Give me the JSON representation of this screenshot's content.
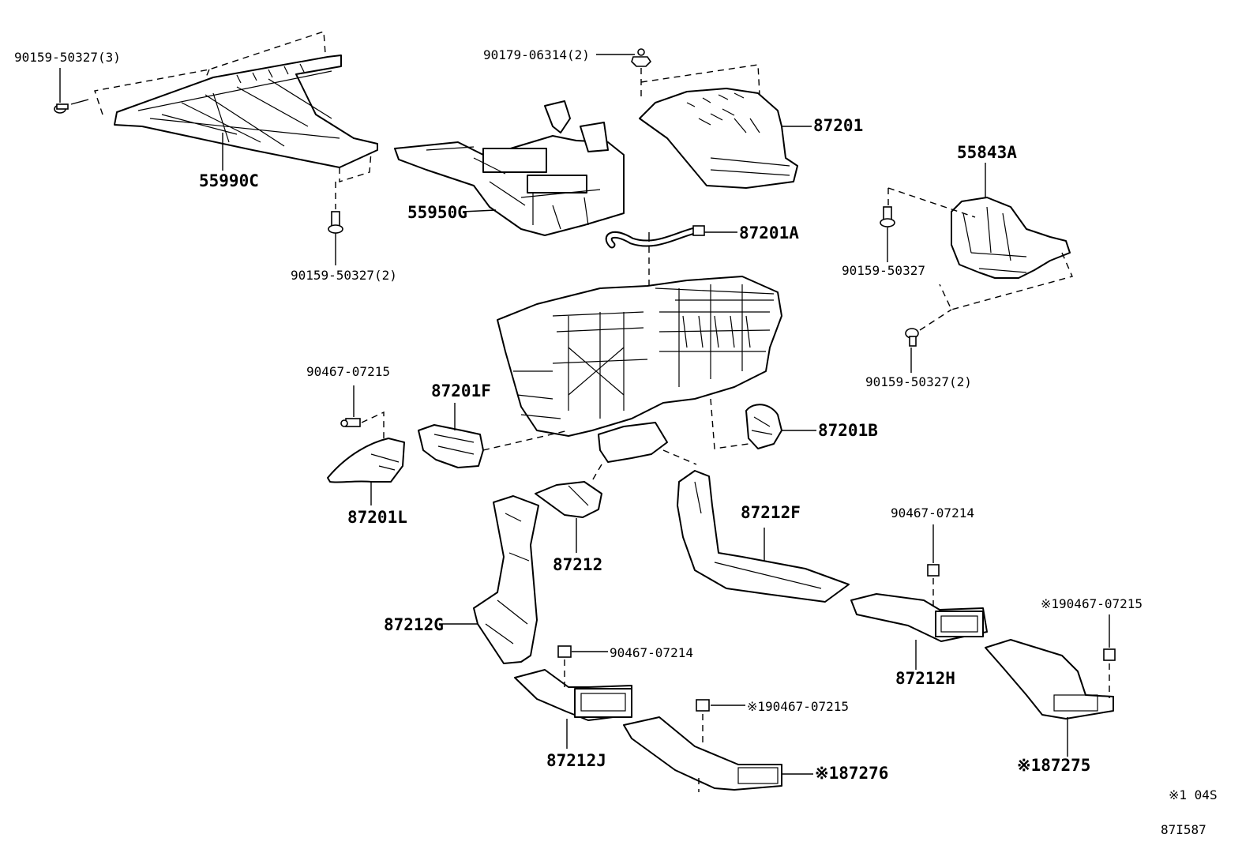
{
  "callouts": {
    "c_90159_50327_3": "90159-50327(3)",
    "c_55990C": "55990C",
    "c_90159_50327_2a": "90159-50327(2)",
    "c_90179_06314_2": "90179-06314(2)",
    "c_87201": "87201",
    "c_55950G": "55950G",
    "c_87201A": "87201A",
    "c_55843A": "55843A",
    "c_90159_50327": "90159-50327",
    "c_90159_50327_2b": "90159-50327(2)",
    "c_90467_07215": "90467-07215",
    "c_87201F": "87201F",
    "c_87201L": "87201L",
    "c_87201B": "87201B",
    "c_87212F": "87212F",
    "c_90467_07214a": "90467-07214",
    "c_87212": "87212",
    "c_87212G": "87212G",
    "c_90467_07214b": "90467-07214",
    "c_x90467_07215a": "※190467-07215",
    "c_87212H": "87212H",
    "c_x90467_07215b": "※190467-07215",
    "c_87212J": "87212J",
    "c_x87276": "※187276",
    "c_x87275": "※187275"
  },
  "footnote": "※1 04S",
  "diagram_id": "87I587"
}
